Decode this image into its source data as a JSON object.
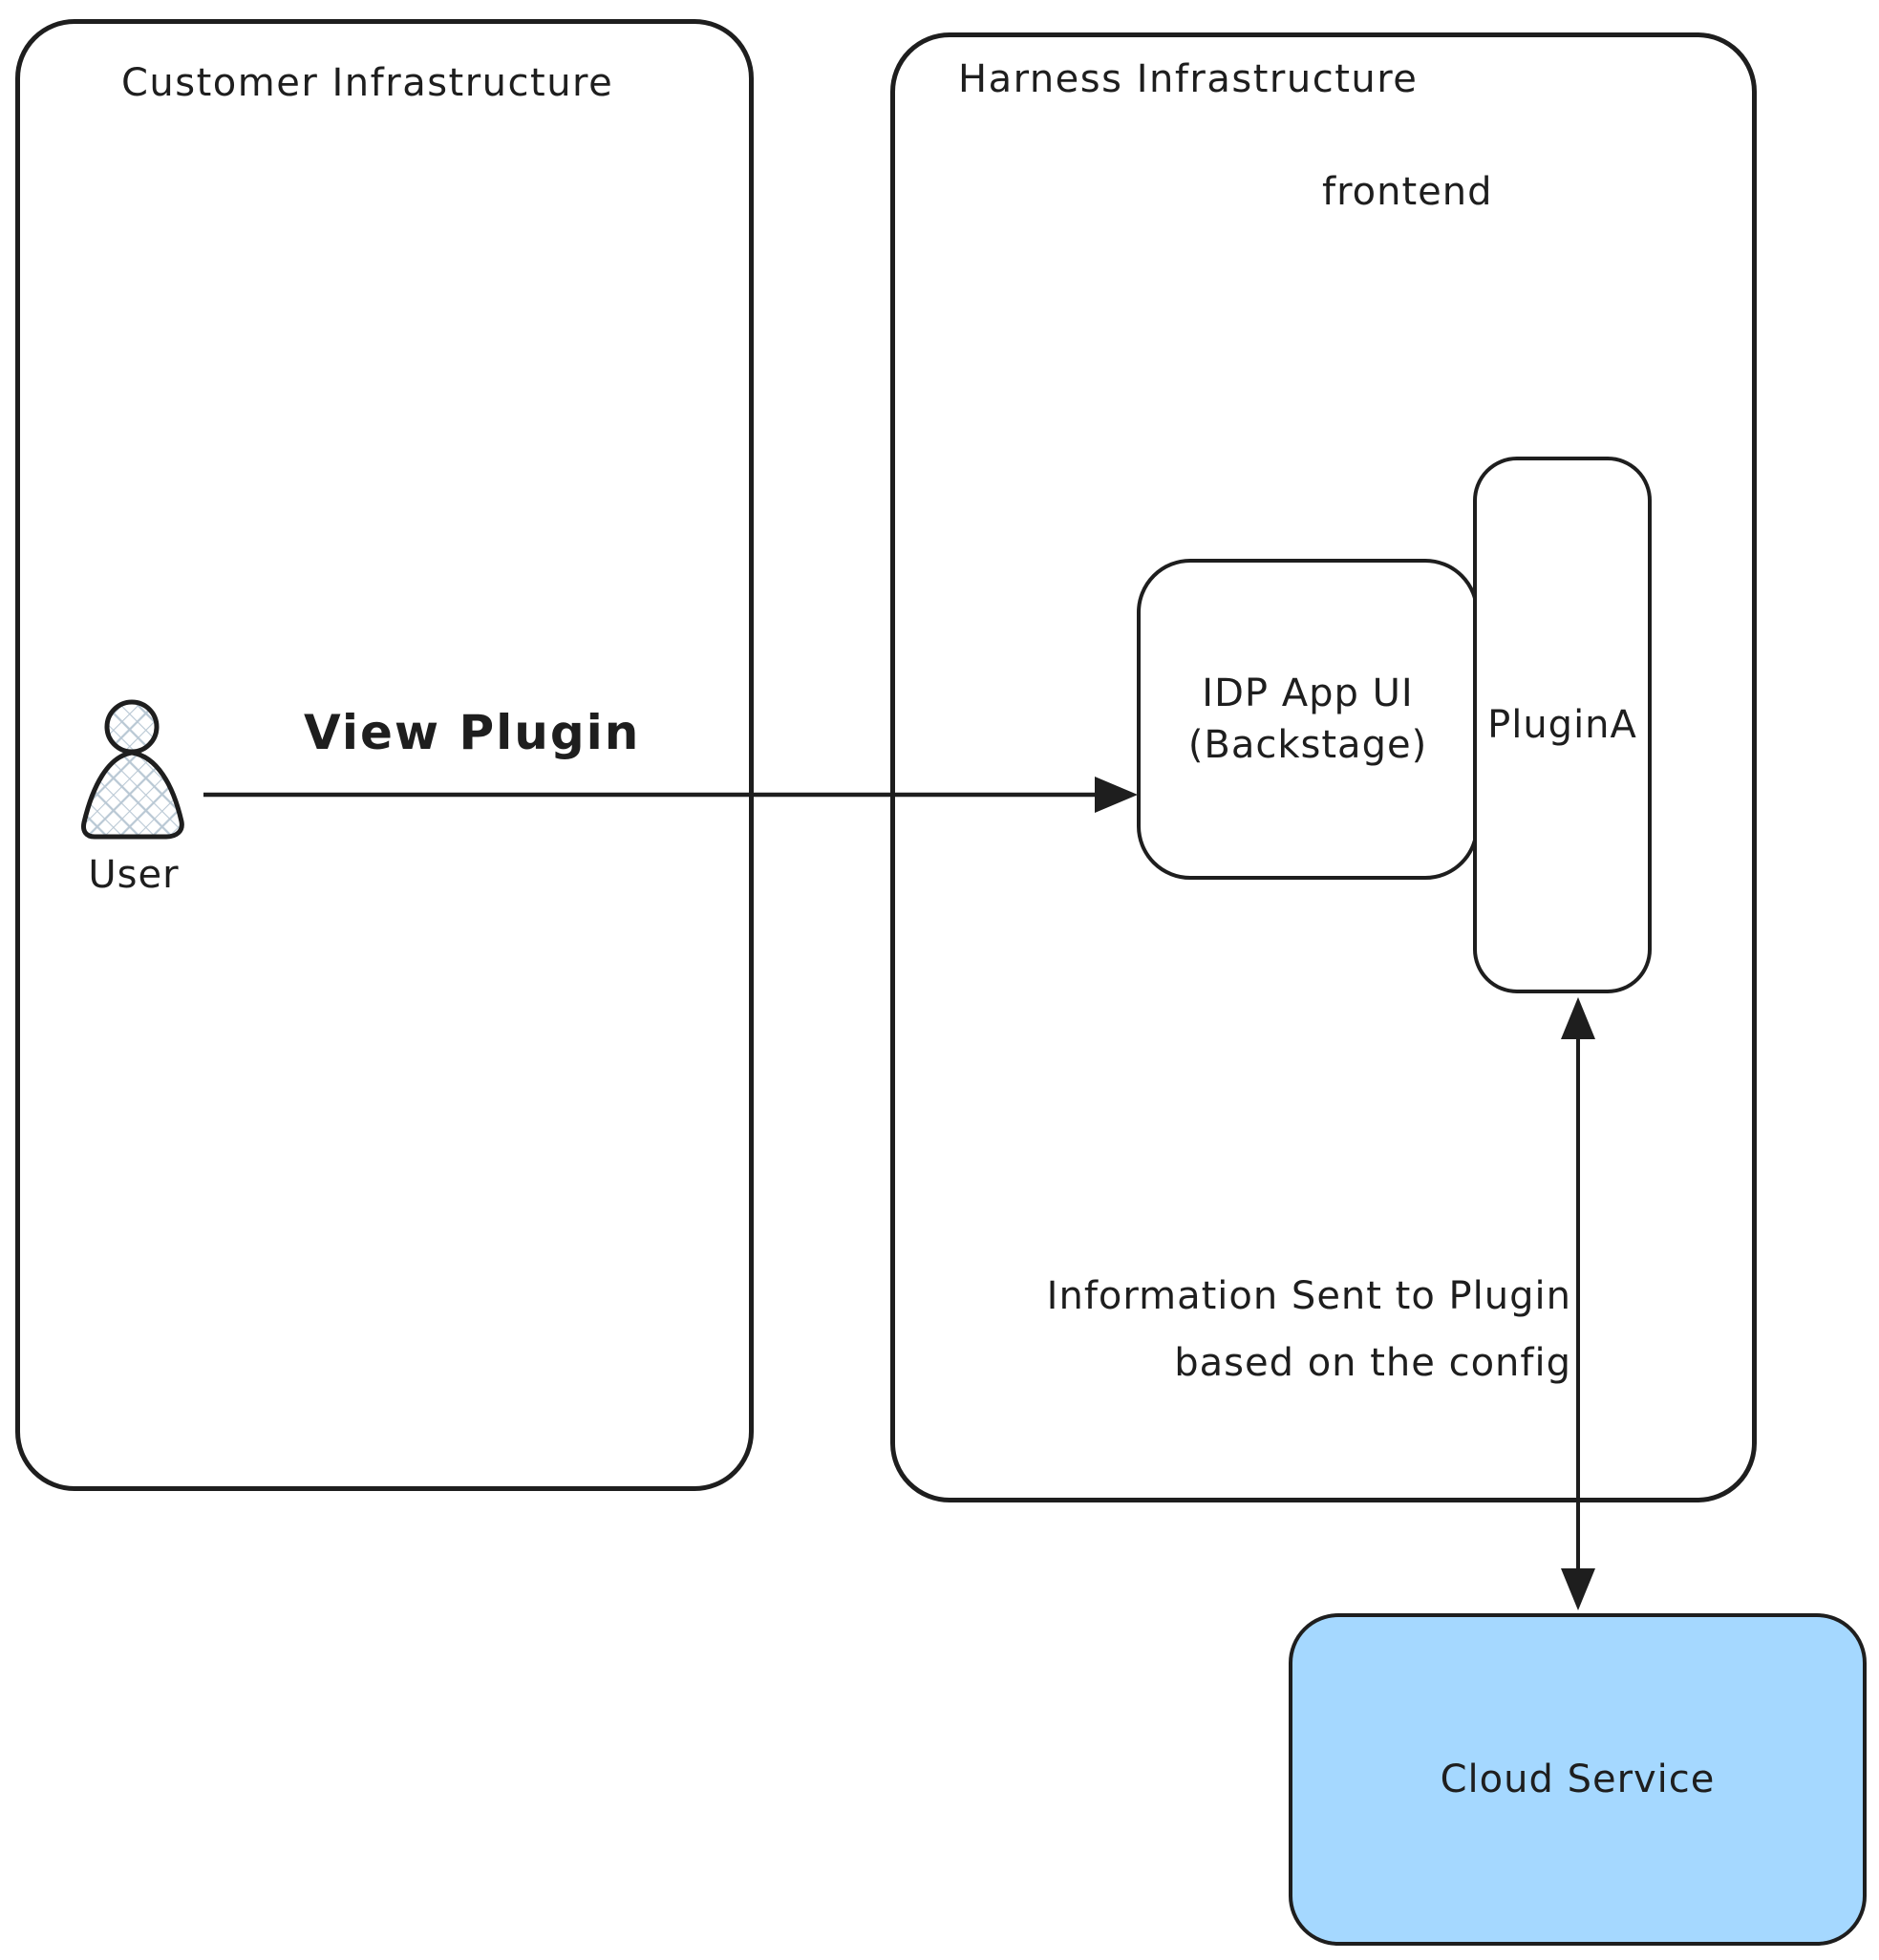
{
  "diagram": {
    "colors": {
      "canvas_bg": "#ffffff",
      "stroke": "#1e1e1e",
      "accent_blue": "#a5d8ff",
      "crosshatch": "#b9c8d4"
    },
    "customer_box": {
      "title": "Customer Infrastructure"
    },
    "harness_box": {
      "title": "Harness Infrastructure",
      "frontend_label": "frontend"
    },
    "user": {
      "label": "User",
      "icon": "person-crosshatch-icon"
    },
    "idp_box": {
      "line1": "IDP App UI",
      "line2": "(Backstage)"
    },
    "plugin_box": {
      "label": "PluginA"
    },
    "cloud_box": {
      "label": "Cloud Service"
    },
    "arrows": {
      "view_plugin": {
        "label": "View Plugin",
        "from": "User",
        "to": "IDP App UI (Backstage)"
      },
      "plugin_cloud": {
        "label_line1": "Information Sent to Plugin",
        "label_line2": "based on the config",
        "from": "PluginA",
        "to": "Cloud Service",
        "double_headed": true
      }
    }
  }
}
